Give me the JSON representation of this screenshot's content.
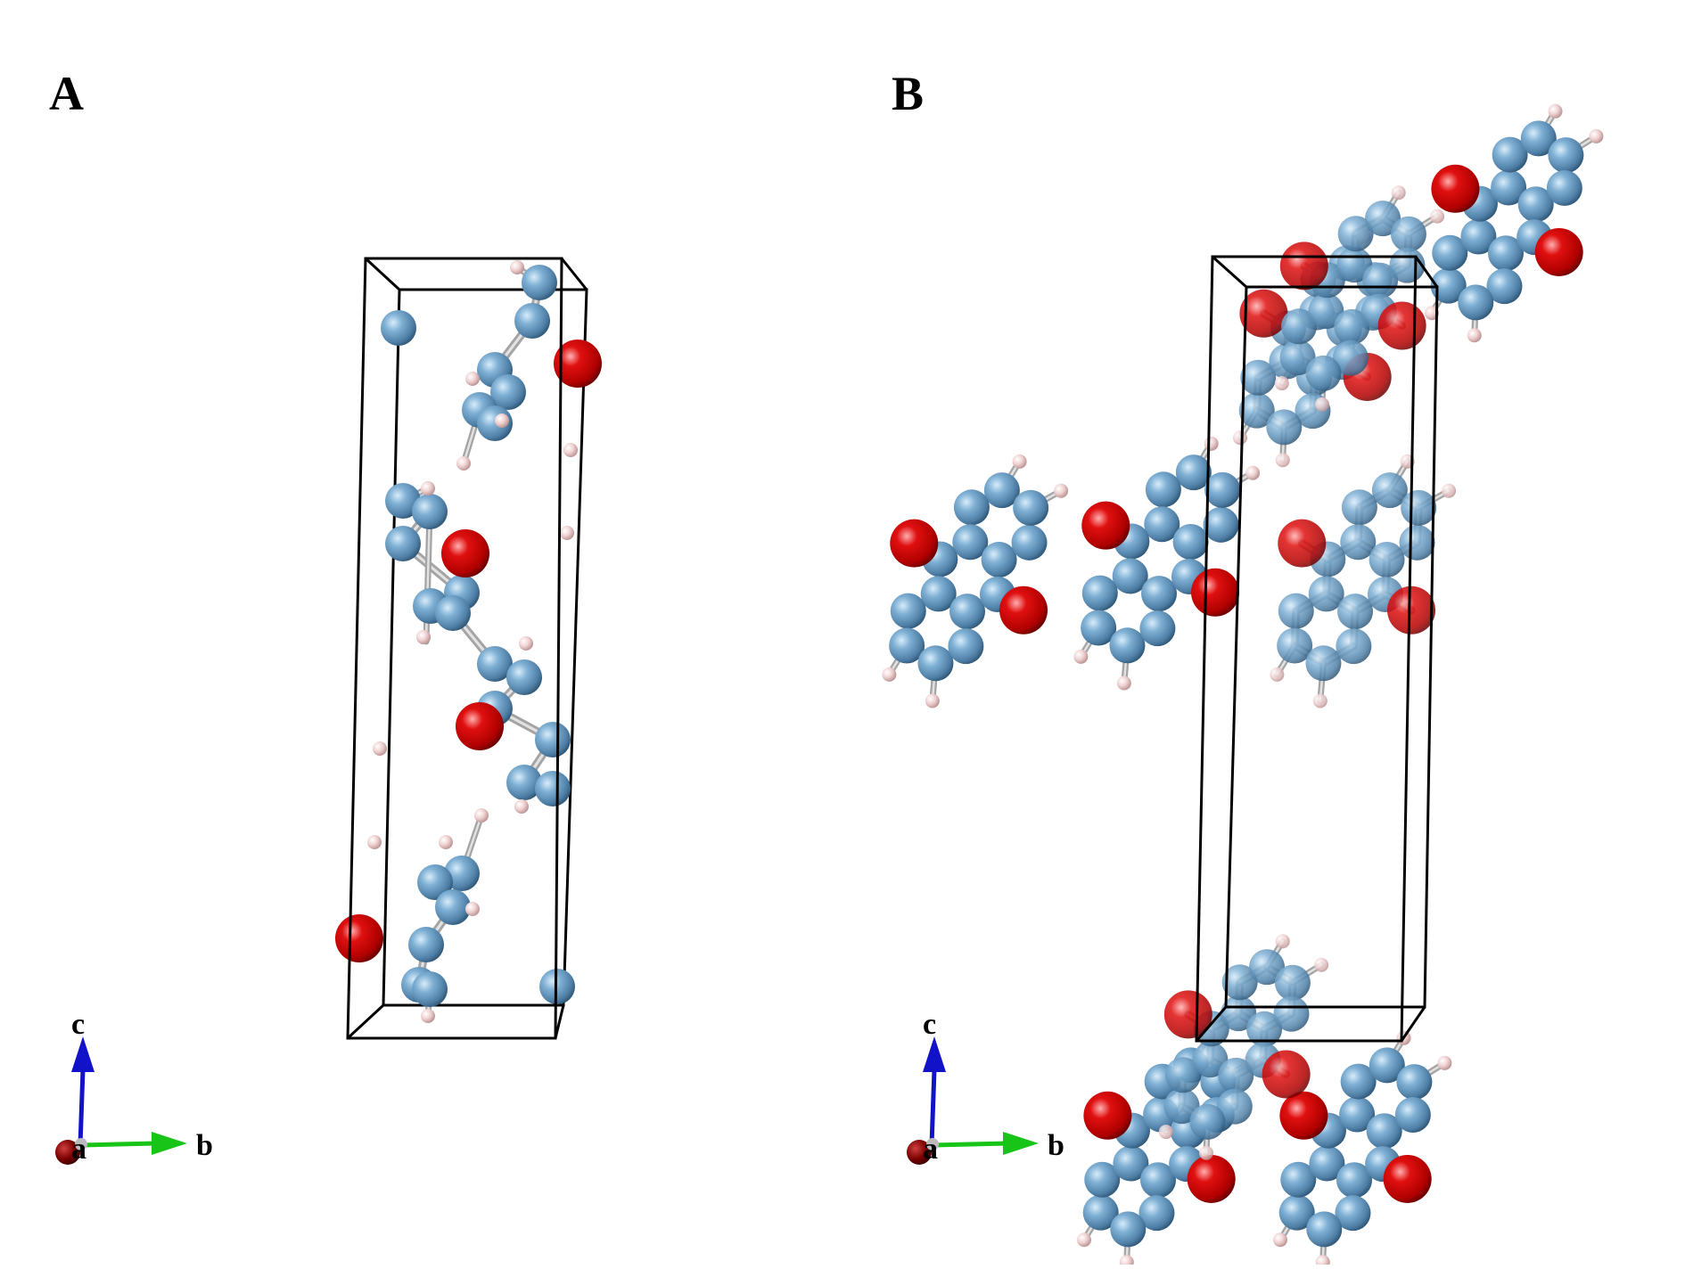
{
  "panels": [
    {
      "id": "A",
      "label": "A"
    },
    {
      "id": "B",
      "label": "B"
    }
  ],
  "axes": {
    "c_label": "c",
    "a_label": "a",
    "b_label": "b",
    "c_color": "#1212c8",
    "b_color": "#18c418",
    "a_color": "#7a0000"
  },
  "atom_colors": {
    "carbon": "#5e8fb4",
    "oxygen": "#d40000",
    "hydrogen": "#ecc8c8",
    "bond": "#a8a8a8",
    "cell_edge": "#000000"
  }
}
